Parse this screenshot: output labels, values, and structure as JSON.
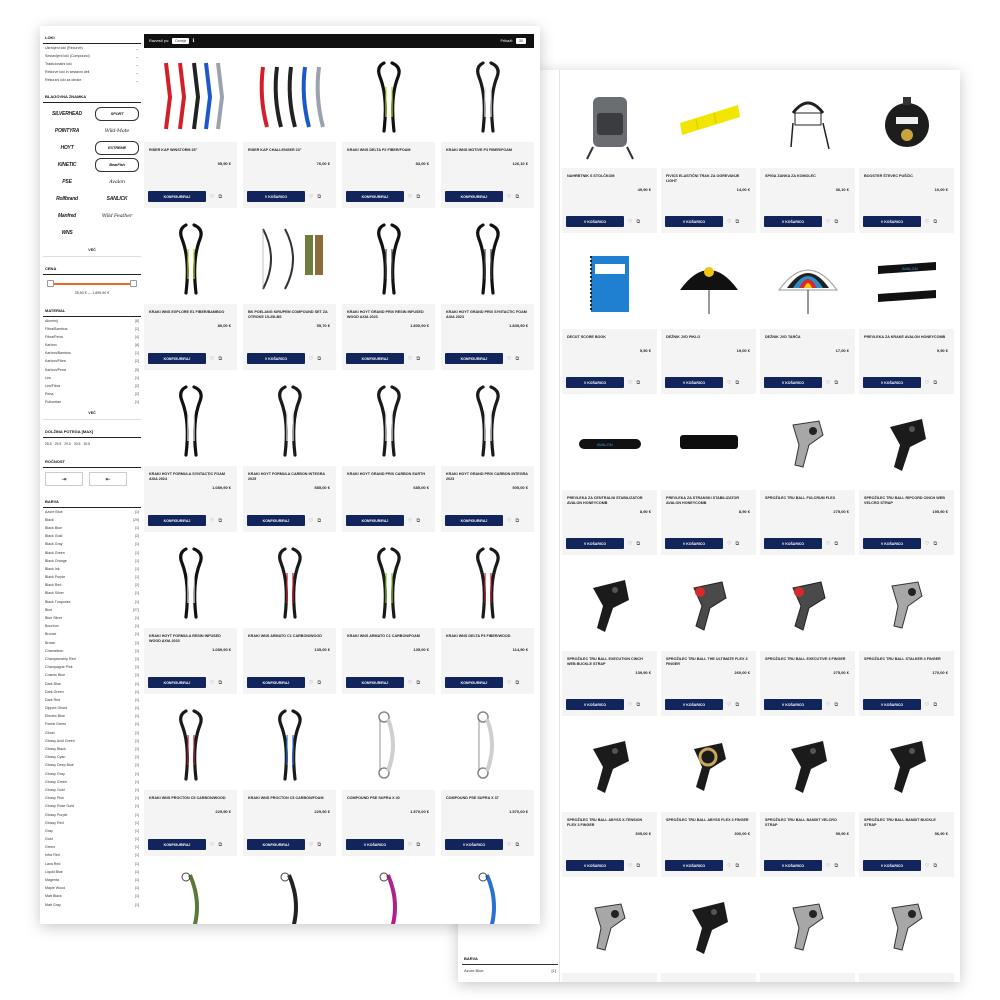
{
  "front": {
    "sidebar": {
      "loki_title": "LOKI",
      "loki_items": [
        "Ukrivljeni loki (Recurve)",
        "Sestavljeni loki (Compound)",
        "Tradicionalni loki",
        "Rekurve loki in sestavni deli",
        "Rekurzni loki za otroke"
      ],
      "brand_title": "BLAGOVNA ZNAMKA",
      "brands": [
        "SILVERHEAD",
        "SPORT",
        "POINTYRA",
        "Wild-Mate",
        "HOYT",
        "EXTREME",
        "KINETIC",
        "BearFish",
        "PSE",
        "Avalon",
        "Rolfbrand",
        "SANLICK",
        "Manfred",
        "Wild Feather",
        "WNS"
      ],
      "more_label": "VEČ",
      "price_title": "CENA",
      "price_range": "35,50 € — 1.899,90 €",
      "material_title": "MATERIAL",
      "materials": [
        {
          "name": "Aluminij",
          "count": "[8]"
        },
        {
          "name": "Fibra/Bambus",
          "count": "[2]"
        },
        {
          "name": "Fibra/Pena",
          "count": "[4]"
        },
        {
          "name": "Karbon",
          "count": "[8]"
        },
        {
          "name": "Karbon/Bambus",
          "count": "[1]"
        },
        {
          "name": "Karbon/Fibra",
          "count": "[2]"
        },
        {
          "name": "Karbon/Pena",
          "count": "[5]"
        },
        {
          "name": "Les",
          "count": "[1]"
        },
        {
          "name": "Les/Fibra",
          "count": "[2]"
        },
        {
          "name": "Pena",
          "count": "[2]"
        },
        {
          "name": "Poliuretan",
          "count": "[1]"
        }
      ],
      "more_label2": "VEČ",
      "draw_title": "DOLŽINA POTEGA [MAX]",
      "draw_chips": [
        "28.5",
        "29.5",
        "29.5",
        "30.5",
        "30.5"
      ],
      "hand_title": "ROČNOST",
      "color_title": "BARVA",
      "colors": [
        {
          "name": "Azure Blue",
          "count": "[1]"
        },
        {
          "name": "Black",
          "count": "[29]"
        },
        {
          "name": "Black Blue",
          "count": "[1]"
        },
        {
          "name": "Black Gold",
          "count": "[2]"
        },
        {
          "name": "Black Gray",
          "count": "[1]"
        },
        {
          "name": "Black Green",
          "count": "[1]"
        },
        {
          "name": "Black Orange",
          "count": "[1]"
        },
        {
          "name": "Black Ink",
          "count": "[1]"
        },
        {
          "name": "Black Purple",
          "count": "[1]"
        },
        {
          "name": "Black Red",
          "count": "[2]"
        },
        {
          "name": "Black Silver",
          "count": "[1]"
        },
        {
          "name": "Black Turquoise",
          "count": "[1]"
        },
        {
          "name": "Blue",
          "count": "[27]"
        },
        {
          "name": "Blue Silver",
          "count": "[1]"
        },
        {
          "name": "Bourbon",
          "count": "[1]"
        },
        {
          "name": "Bronze",
          "count": "[1]"
        },
        {
          "name": "Brown",
          "count": "[1]"
        },
        {
          "name": "Chameleon",
          "count": "[1]"
        },
        {
          "name": "Championship Red",
          "count": "[1]"
        },
        {
          "name": "Champagne Pink",
          "count": "[1]"
        },
        {
          "name": "Cosmic Blue",
          "count": "[1]"
        },
        {
          "name": "Dark Blue",
          "count": "[1]"
        },
        {
          "name": "Dark Green",
          "count": "[1]"
        },
        {
          "name": "Dark Red",
          "count": "[1]"
        },
        {
          "name": "Dipped Ghost",
          "count": "[1]"
        },
        {
          "name": "Electric Blue",
          "count": "[1]"
        },
        {
          "name": "Forest Green",
          "count": "[1]"
        },
        {
          "name": "Ghost",
          "count": "[1]"
        },
        {
          "name": "Glossy Acid Green",
          "count": "[1]"
        },
        {
          "name": "Glossy Black",
          "count": "[1]"
        },
        {
          "name": "Glossy Cyan",
          "count": "[1]"
        },
        {
          "name": "Glossy Deep Blue",
          "count": "[1]"
        },
        {
          "name": "Glossy Gray",
          "count": "[1]"
        },
        {
          "name": "Glossy Green",
          "count": "[1]"
        },
        {
          "name": "Glossy Gold",
          "count": "[1]"
        },
        {
          "name": "Glossy Pink",
          "count": "[1]"
        },
        {
          "name": "Glossy Rose Gold",
          "count": "[1]"
        },
        {
          "name": "Glossy Purple",
          "count": "[1]"
        },
        {
          "name": "Glossy Red",
          "count": "[1]"
        },
        {
          "name": "Gray",
          "count": "[1]"
        },
        {
          "name": "Gold",
          "count": "[1]"
        },
        {
          "name": "Green",
          "count": "[1]"
        },
        {
          "name": "Infra Red",
          "count": "[1]"
        },
        {
          "name": "Lava Red",
          "count": "[1]"
        },
        {
          "name": "Liquid Blue",
          "count": "[1]"
        },
        {
          "name": "Magenta",
          "count": "[1]"
        },
        {
          "name": "Maple Wood",
          "count": "[1]"
        },
        {
          "name": "Matt Black",
          "count": "[1]"
        },
        {
          "name": "Matt Gray",
          "count": "[1]"
        }
      ]
    },
    "topbar": {
      "sort_label": "Razvrsti po:",
      "sort_value": "Ceneje",
      "show_label": "Prikaži:",
      "show_value": "30"
    },
    "products": [
      {
        "name": "RISER KAP WINSTORM 25\"",
        "price": "95,90 €",
        "button": "KONFIGURIRAJ",
        "img": "riser-color"
      },
      {
        "name": "RISER KAP CHALLENGER 23\"",
        "price": "76,00 €",
        "button": "V KOŠARICO",
        "img": "riser-color2"
      },
      {
        "name": "KRAKI WNS DELTA P2 FIBER/FOAM",
        "price": "83,00 €",
        "button": "KONFIGURIRAJ",
        "img": "limb-black-lime"
      },
      {
        "name": "KRAKI WNS MOTIVE P3 FIBER/FOAM",
        "price": "126,10 €",
        "button": "KONFIGURIRAJ",
        "img": "limb-white"
      },
      {
        "name": "KRAKI WNS EXPLORE E1 FIBER/BAMBOO",
        "price": "80,00 €",
        "button": "KONFIGURIRAJ",
        "img": "limb-black-lime"
      },
      {
        "name": "BK POELANG KIRUPEM COMPOUND SET ZA OTROKE 15-25LBS",
        "price": "55,70 €",
        "button": "V KOŠARICO",
        "img": "compound-set"
      },
      {
        "name": "KRAKI HOYT GRAND PRIX RESIN INFUSED WOOD AXIA 2023",
        "price": "1.800,90 €",
        "button": "KONFIGURIRAJ",
        "img": "limb-black"
      },
      {
        "name": "KRAKI HOYT GRAND PRIX SYNTACTIC FOAM AXIA 2023",
        "price": "1.839,90 €",
        "button": "KONFIGURIRAJ",
        "img": "limb-black"
      },
      {
        "name": "KRAKI HOYT FORMULA SYNTACTIC FOAM AXIA 2024",
        "price": "1.089,90 €",
        "button": "KONFIGURIRAJ",
        "img": "limb-black-white"
      },
      {
        "name": "KRAKI HOYT FORMULA CARBON INTEGRA 2025",
        "price": "585,00 €",
        "button": "KONFIGURIRAJ",
        "img": "limb-white"
      },
      {
        "name": "KRAKI HOYT GRAND PRIX CARBON EARTH",
        "price": "685,00 €",
        "button": "KONFIGURIRAJ",
        "img": "limb-white"
      },
      {
        "name": "KRAKI HOYT GRAND PRIX CARBON INTEGRA 2023",
        "price": "505,00 €",
        "button": "KONFIGURIRAJ",
        "img": "limb-white"
      },
      {
        "name": "KRAKI HOYT FORMULA RESIN INFUSED WOOD AXIA 2023",
        "price": "1.089,90 €",
        "button": "KONFIGURIRAJ",
        "img": "limb-black-white"
      },
      {
        "name": "KRAKI WNS ARMATO C1 CARBON/WOOD",
        "price": "135,00 €",
        "button": "KONFIGURIRAJ",
        "img": "limb-pair-red"
      },
      {
        "name": "KRAKI WNS ARMATO C1 CARBON/FOAM",
        "price": "135,00 €",
        "button": "KONFIGURIRAJ",
        "img": "limb-pair-green"
      },
      {
        "name": "KRAKI WNS DELTA P3 FIBER/WOOD",
        "price": "114,90 €",
        "button": "KONFIGURIRAJ",
        "img": "limb-pair-red"
      },
      {
        "name": "KRAKI WNS PROCTON C5 CARBON/WOOD",
        "price": "229,90 €",
        "button": "KONFIGURIRAJ",
        "img": "limb-pair-red"
      },
      {
        "name": "KRAKI WNS PROCTON C5 CARBON/FOAM",
        "price": "229,90 €",
        "button": "KONFIGURIRAJ",
        "img": "limb-pair-blue"
      },
      {
        "name": "COMPOUND PSE SUPRA X 40",
        "price": "1.570,00 €",
        "button": "V KOŠARICO",
        "img": "compound-white"
      },
      {
        "name": "COMPOUND PSE SUPRA X 37",
        "price": "1.570,00 €",
        "button": "V KOŠARICO",
        "img": "compound-white"
      },
      {
        "name": "",
        "price": "",
        "button": "",
        "img": "compound-green"
      },
      {
        "name": "",
        "price": "",
        "button": "",
        "img": "compound-black"
      },
      {
        "name": "",
        "price": "",
        "button": "",
        "img": "compound-pink"
      },
      {
        "name": "",
        "price": "",
        "button": "",
        "img": "compound-blue"
      }
    ]
  },
  "back": {
    "sidebar": {
      "color_title": "BARVA",
      "first_color": "Azure Blue",
      "first_count": "[1]"
    },
    "products": [
      {
        "name": "NAHRBTNIK S STOLČKOM",
        "price": "49,90 €",
        "button": "V KOŠARICO",
        "img": "backpack"
      },
      {
        "name": "FIVICS ELASTIČNI TRAK ZA OGREVANJE LIGHT",
        "price": "14,00 €",
        "button": "V KOŠARICO",
        "img": "band"
      },
      {
        "name": "SPIGA ZANKA ZA KOMOLEC",
        "price": "36,10 €",
        "button": "V KOŠARICO",
        "img": "sling"
      },
      {
        "name": "BOOSTER ŠTEVEC PUŠČIC",
        "price": "10,00 €",
        "button": "V KOŠARICO",
        "img": "counter"
      },
      {
        "name": "DECUT SCORE BOOK",
        "price": "5,50 €",
        "button": "V KOŠARICO",
        "img": "scorebook"
      },
      {
        "name": "DEŽNIK JVD PIKLO",
        "price": "19,00 €",
        "button": "V KOŠARICO",
        "img": "umbrella-black"
      },
      {
        "name": "DEŽNIK JVD TARČA",
        "price": "17,00 €",
        "button": "V KOŠARICO",
        "img": "umbrella-target"
      },
      {
        "name": "PREVLEKA ZA KRAKE AVALON HONEYCOMB",
        "price": "9,90 €",
        "button": "V KOŠARICO",
        "img": "limb-cover"
      },
      {
        "name": "PREVLEKA ZA CENTRALNI STABILIZATOR AVALON HONEYCOMB",
        "price": "8,90 €",
        "button": "V KOŠARICO",
        "img": "stab-cover"
      },
      {
        "name": "PREVLEKA ZA STRANSKI STABILIZATOR AVALON HONEYCOMB",
        "price": "8,90 €",
        "button": "V KOŠARICO",
        "img": "stab-cover-black"
      },
      {
        "name": "SPROŽILEC TRU BALL FULCRUM FLEX",
        "price": "275,00 €",
        "button": "V KOŠARICO",
        "img": "release-silver"
      },
      {
        "name": "SPROŽILEC TRU BALL RIPCORD CINCH WEB VELCRO STRAP",
        "price": "195,90 €",
        "button": "V KOŠARICO",
        "img": "release-black"
      },
      {
        "name": "SPROŽILEC TRU BALL EXECUTION CINCH WEB BUCKLE STRAP",
        "price": "139,90 €",
        "button": "V KOŠARICO",
        "img": "release-black"
      },
      {
        "name": "SPROŽILEC TRU BALL THE ULTIMATE FLEX 3 FINGER",
        "price": "260,00 €",
        "button": "V KOŠARICO",
        "img": "release-red"
      },
      {
        "name": "SPROŽILEC TRU BALL EXECUTIVE 3 FINGER",
        "price": "275,00 €",
        "button": "V KOŠARICO",
        "img": "release-red"
      },
      {
        "name": "SPROŽILEC TRU BALL STALKER 4 FINGER",
        "price": "170,00 €",
        "button": "V KOŠARICO",
        "img": "release-silver"
      },
      {
        "name": "SPROŽILEC TRU BALL ABYSS X-TENSION FLEX 3 FINGER",
        "price": "305,00 €",
        "button": "V KOŠARICO",
        "img": "release-black"
      },
      {
        "name": "SPROŽILEC TRU BALL ABYSS FLEX 3 FINGER",
        "price": "300,00 €",
        "button": "V KOŠARICO",
        "img": "release-gold"
      },
      {
        "name": "SPROŽILEC TRU BALL BANDIT VELCRO STRAP",
        "price": "59,90 €",
        "button": "V KOŠARICO",
        "img": "release-black"
      },
      {
        "name": "SPROŽILEC TRU BALL BANDIT BUCKLE STRAP",
        "price": "56,90 €",
        "button": "V KOŠARICO",
        "img": "release-black"
      },
      {
        "name": "",
        "price": "",
        "button": "",
        "img": "release-silver"
      },
      {
        "name": "",
        "price": "",
        "button": "",
        "img": "release-black"
      },
      {
        "name": "",
        "price": "",
        "button": "",
        "img": "release-silver"
      },
      {
        "name": "",
        "price": "",
        "button": "",
        "img": "release-silver"
      }
    ]
  },
  "colors": {
    "navy": "#12245c",
    "accent": "#e8662a",
    "bar": "#111111"
  }
}
